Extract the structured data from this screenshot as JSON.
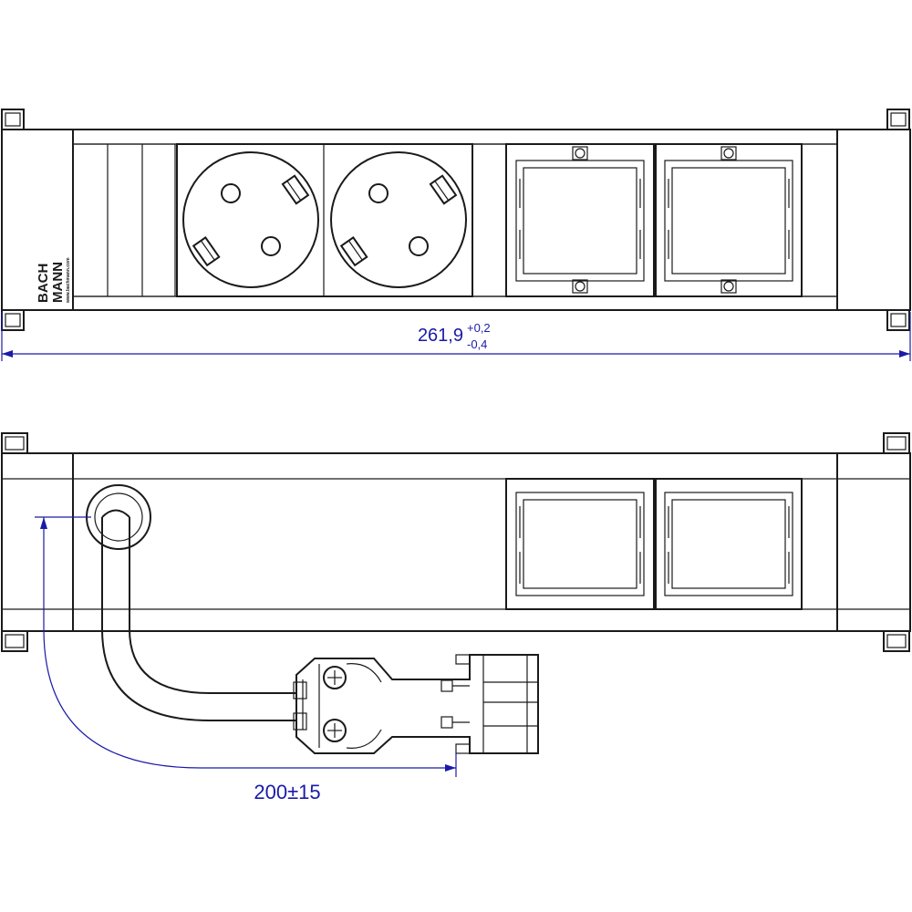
{
  "top_view": {
    "brand_line1": "BACH",
    "brand_line2": "MANN",
    "brand_url": "www.bachmann.com",
    "dimension_width": {
      "value": "261,9",
      "tol_upper": "+0,2",
      "tol_lower": "-0,4"
    }
  },
  "side_view": {
    "dimension_cable": "200±15"
  },
  "colors": {
    "line": "#1a1a1a",
    "dimension": "#1a1aa8",
    "background": "#ffffff"
  }
}
